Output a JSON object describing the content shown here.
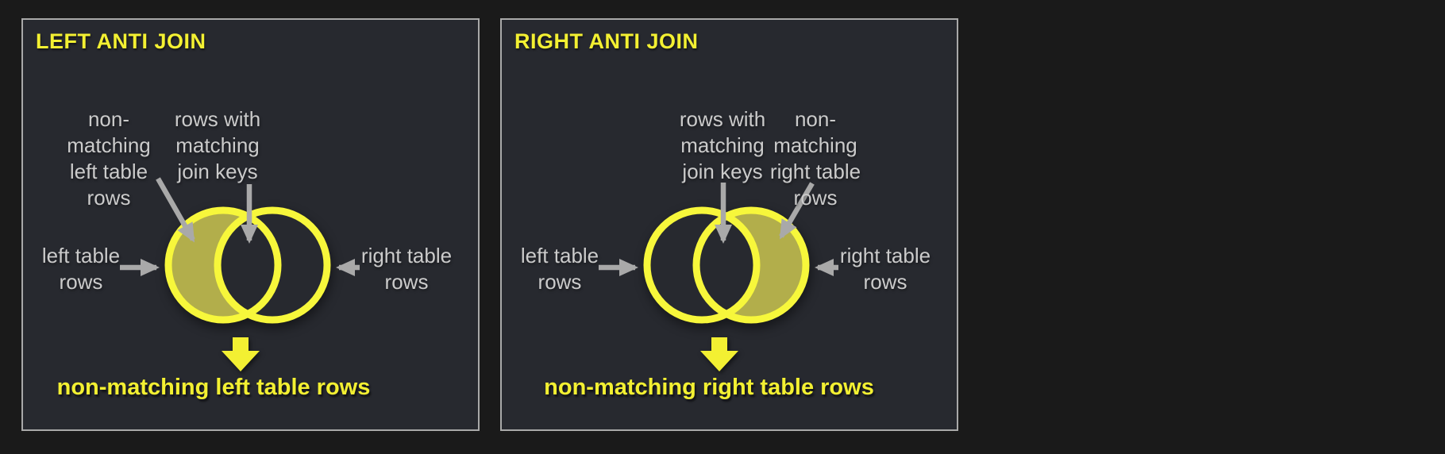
{
  "colors": {
    "page_bg": "#1a1a1a",
    "panel_bg": "#27292f",
    "panel_border": "#a9a9a9",
    "title_yellow": "#f3f032",
    "circle_stroke": "#f7f73b",
    "region_fill": "#b2ae4b",
    "label_gray": "#cbcbcb",
    "arrow_gray": "#a9a9a9"
  },
  "panels": [
    {
      "title": "LEFT ANTI JOIN",
      "highlighted_region": "left-only",
      "annotations": {
        "non_matching": {
          "lines": [
            "non-",
            "matching",
            "left table",
            "rows"
          ]
        },
        "matching_keys": {
          "lines": [
            "rows with",
            "matching",
            "join keys"
          ]
        },
        "left_table": {
          "lines": [
            "left table",
            "rows"
          ]
        },
        "right_table": {
          "lines": [
            "right table",
            "rows"
          ]
        }
      },
      "result_label": "non-matching left table rows"
    },
    {
      "title": "RIGHT ANTI JOIN",
      "highlighted_region": "right-only",
      "annotations": {
        "matching_keys": {
          "lines": [
            "rows with",
            "matching",
            "join keys"
          ]
        },
        "non_matching": {
          "lines": [
            "non-",
            "matching",
            "right table",
            "rows"
          ]
        },
        "left_table": {
          "lines": [
            "left table",
            "rows"
          ]
        },
        "right_table": {
          "lines": [
            "right table",
            "rows"
          ]
        }
      },
      "result_label": "non-matching right table rows"
    }
  ]
}
